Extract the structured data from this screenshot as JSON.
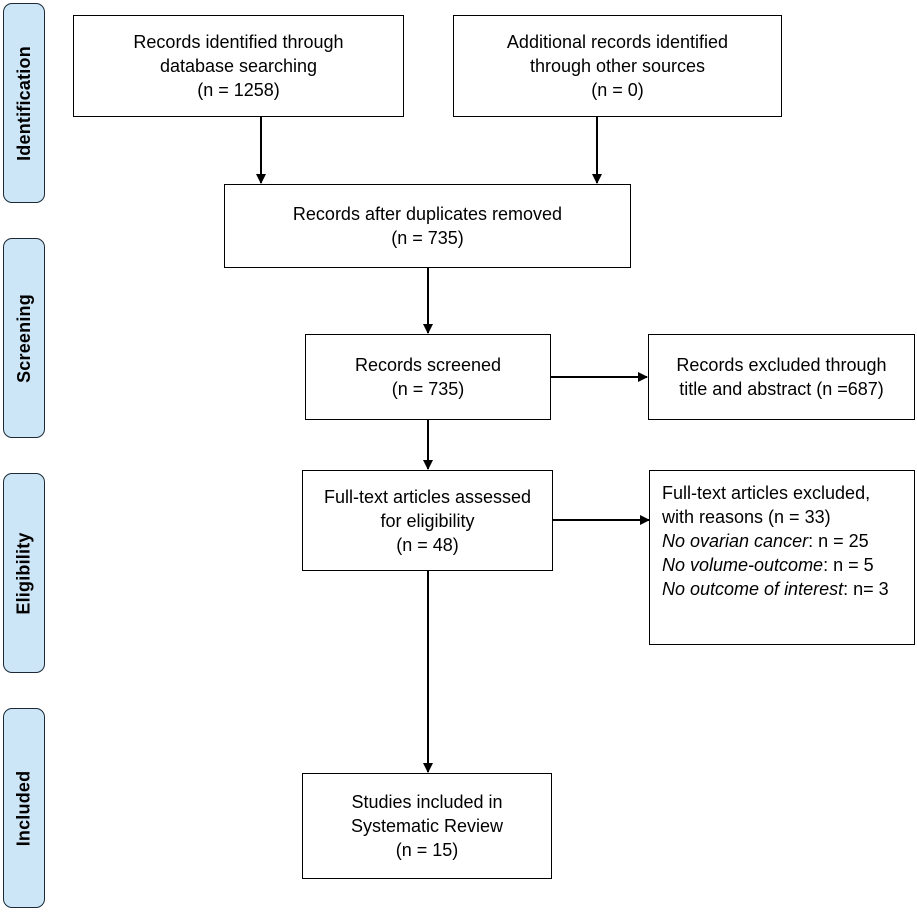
{
  "stages": {
    "identification": "Identification",
    "screening": "Screening",
    "eligibility": "Eligibility",
    "included": "Included"
  },
  "boxes": {
    "database": {
      "line1": "Records identified through",
      "line2": "database searching",
      "line3": "(n = 1258)"
    },
    "other": {
      "line1": "Additional records identified",
      "line2": "through other sources",
      "line3": "(n = 0)"
    },
    "duplicates": {
      "line1": "Records after duplicates removed",
      "line2": "(n = 735)"
    },
    "screened": {
      "line1": "Records screened",
      "line2": "(n = 735)"
    },
    "excluded_title": {
      "line1": "Records excluded through",
      "line2": "title and abstract (n =687)"
    },
    "fulltext": {
      "line1": "Full-text articles assessed",
      "line2": "for eligibility",
      "line3": "(n = 48)"
    },
    "excluded_fulltext": {
      "line1": "Full-text articles excluded,",
      "line2": "with reasons (n = 33)",
      "reasons": [
        {
          "label": "No ovarian cancer",
          "value": ": n = 25"
        },
        {
          "label": "No volume-outcome",
          "value": ": n = 5"
        },
        {
          "label": "No outcome of interest",
          "value": ": n= 3"
        }
      ]
    },
    "included": {
      "line1": "Studies included in",
      "line2": "Systematic Review",
      "line3": "(n = 15)"
    }
  }
}
